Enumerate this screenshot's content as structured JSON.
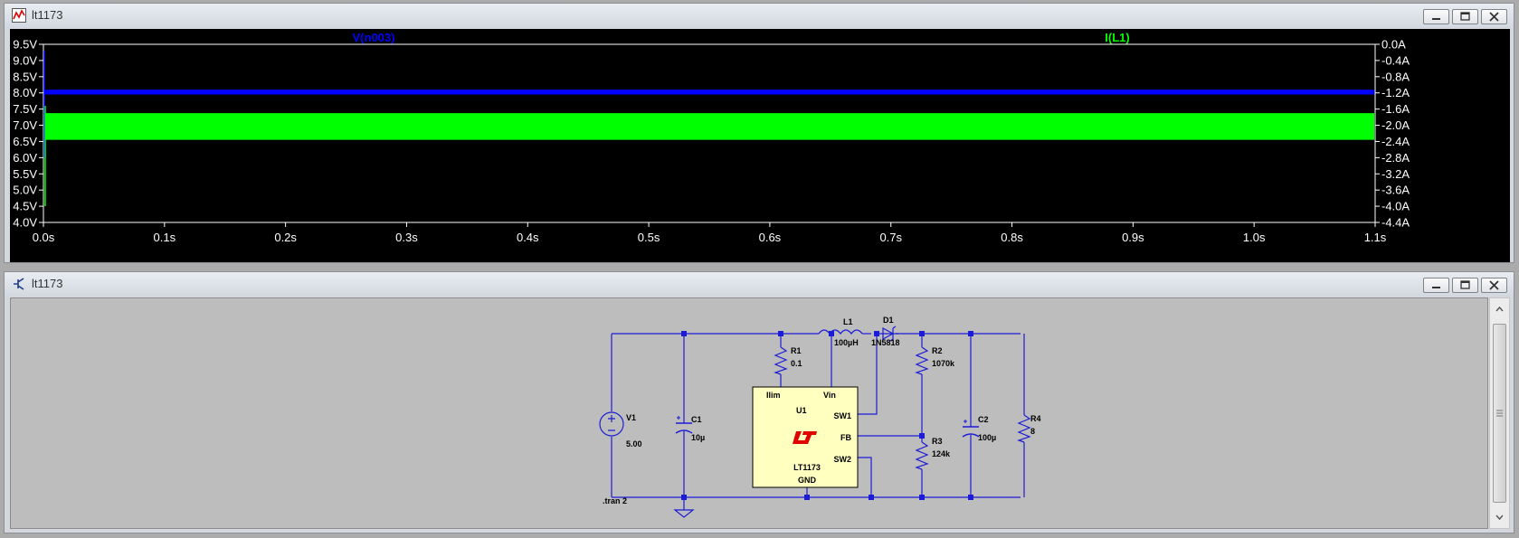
{
  "waveform_window": {
    "title": "lt1173",
    "icon": "waveform-icon",
    "trace1_label": "V(n003)",
    "trace2_label": "I(L1)",
    "trace1_color": "#0000ff",
    "trace2_color": "#00ff00",
    "left_axis_ticks": [
      "9.5V",
      "9.0V",
      "8.5V",
      "8.0V",
      "7.5V",
      "7.0V",
      "6.5V",
      "6.0V",
      "5.5V",
      "5.0V",
      "4.5V",
      "4.0V"
    ],
    "right_axis_ticks": [
      "0.0A",
      "-0.4A",
      "-0.8A",
      "-1.2A",
      "-1.6A",
      "-2.0A",
      "-2.4A",
      "-2.8A",
      "-3.2A",
      "-3.6A",
      "-4.0A",
      "-4.4A"
    ],
    "x_axis_ticks": [
      "0.0s",
      "0.1s",
      "0.2s",
      "0.3s",
      "0.4s",
      "0.5s",
      "0.6s",
      "0.7s",
      "0.8s",
      "0.9s",
      "1.0s",
      "1.1s"
    ]
  },
  "chart_data": {
    "type": "line",
    "xlim": [
      0,
      1.1
    ],
    "ylim_left": [
      4.0,
      9.5
    ],
    "ylim_right": [
      -4.4,
      0.0
    ],
    "grid": false,
    "series": [
      {
        "name": "V(n003)",
        "axis": "left",
        "band": [
          7.95,
          8.1
        ]
      },
      {
        "name": "I(L1)",
        "axis": "right",
        "band": [
          -2.36,
          -1.7
        ]
      }
    ]
  },
  "schematic_window": {
    "title": "lt1173",
    "icon": "schematic-icon",
    "components": {
      "V1": {
        "ref": "V1",
        "value": "5.00"
      },
      "C1": {
        "ref": "C1",
        "value": "10µ"
      },
      "R1": {
        "ref": "R1",
        "value": "0.1"
      },
      "L1": {
        "ref": "L1",
        "value": "100µH"
      },
      "D1": {
        "ref": "D1",
        "value": "1N5818"
      },
      "R2": {
        "ref": "R2",
        "value": "1070k"
      },
      "R3": {
        "ref": "R3",
        "value": "124k"
      },
      "C2": {
        "ref": "C2",
        "value": "100µ"
      },
      "R4": {
        "ref": "R4",
        "value": "8"
      }
    },
    "ic": {
      "ref": "U1",
      "part": "LT1173",
      "pins": {
        "ilim": "Ilim",
        "vin": "Vin",
        "sw1": "SW1",
        "fb": "FB",
        "sw2": "SW2",
        "gnd": "GND"
      }
    },
    "directive": ".tran 2"
  }
}
